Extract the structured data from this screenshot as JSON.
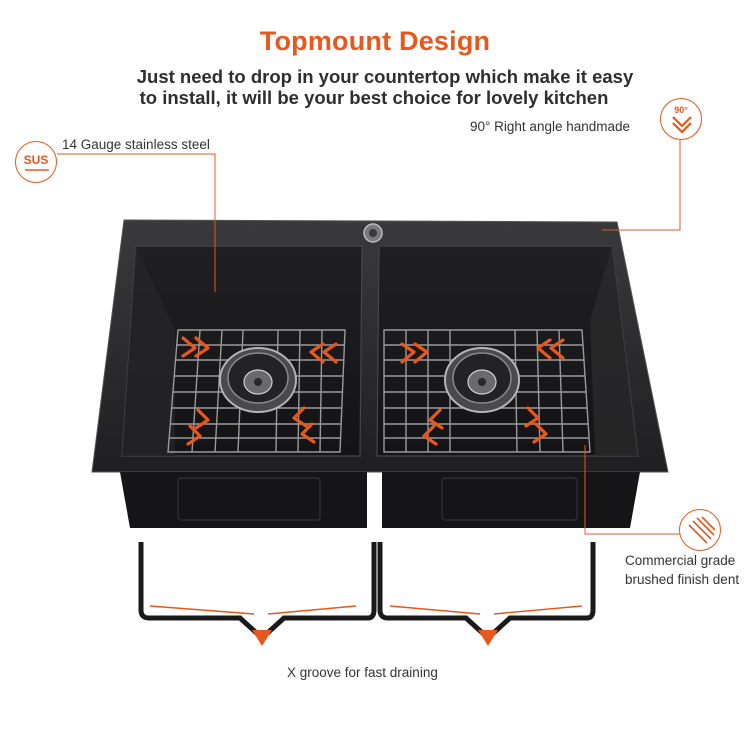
{
  "header": {
    "title": "Topmount Design",
    "subtitle_line1": "Just need to drop in your countertop which make it easy",
    "subtitle_line2": "to install, it will be your best choice for lovely kitchen"
  },
  "callouts": {
    "gauge": {
      "label": "14 Gauge stainless steel",
      "badge_text": "SUS",
      "icon": "sus-badge-icon"
    },
    "angle": {
      "label": "90° Right angle handmade",
      "badge_text": "90°",
      "icon": "right-angle-badge-icon"
    },
    "finish": {
      "line1": "Commercial grade",
      "line2": "brushed finish dent",
      "icon": "brushed-lines-icon"
    },
    "groove": {
      "label": "X groove for fast draining"
    }
  },
  "colors": {
    "accent": "#e8571c",
    "sink_dark": "#2b2b2d",
    "text_dark": "#2e2e2e"
  }
}
